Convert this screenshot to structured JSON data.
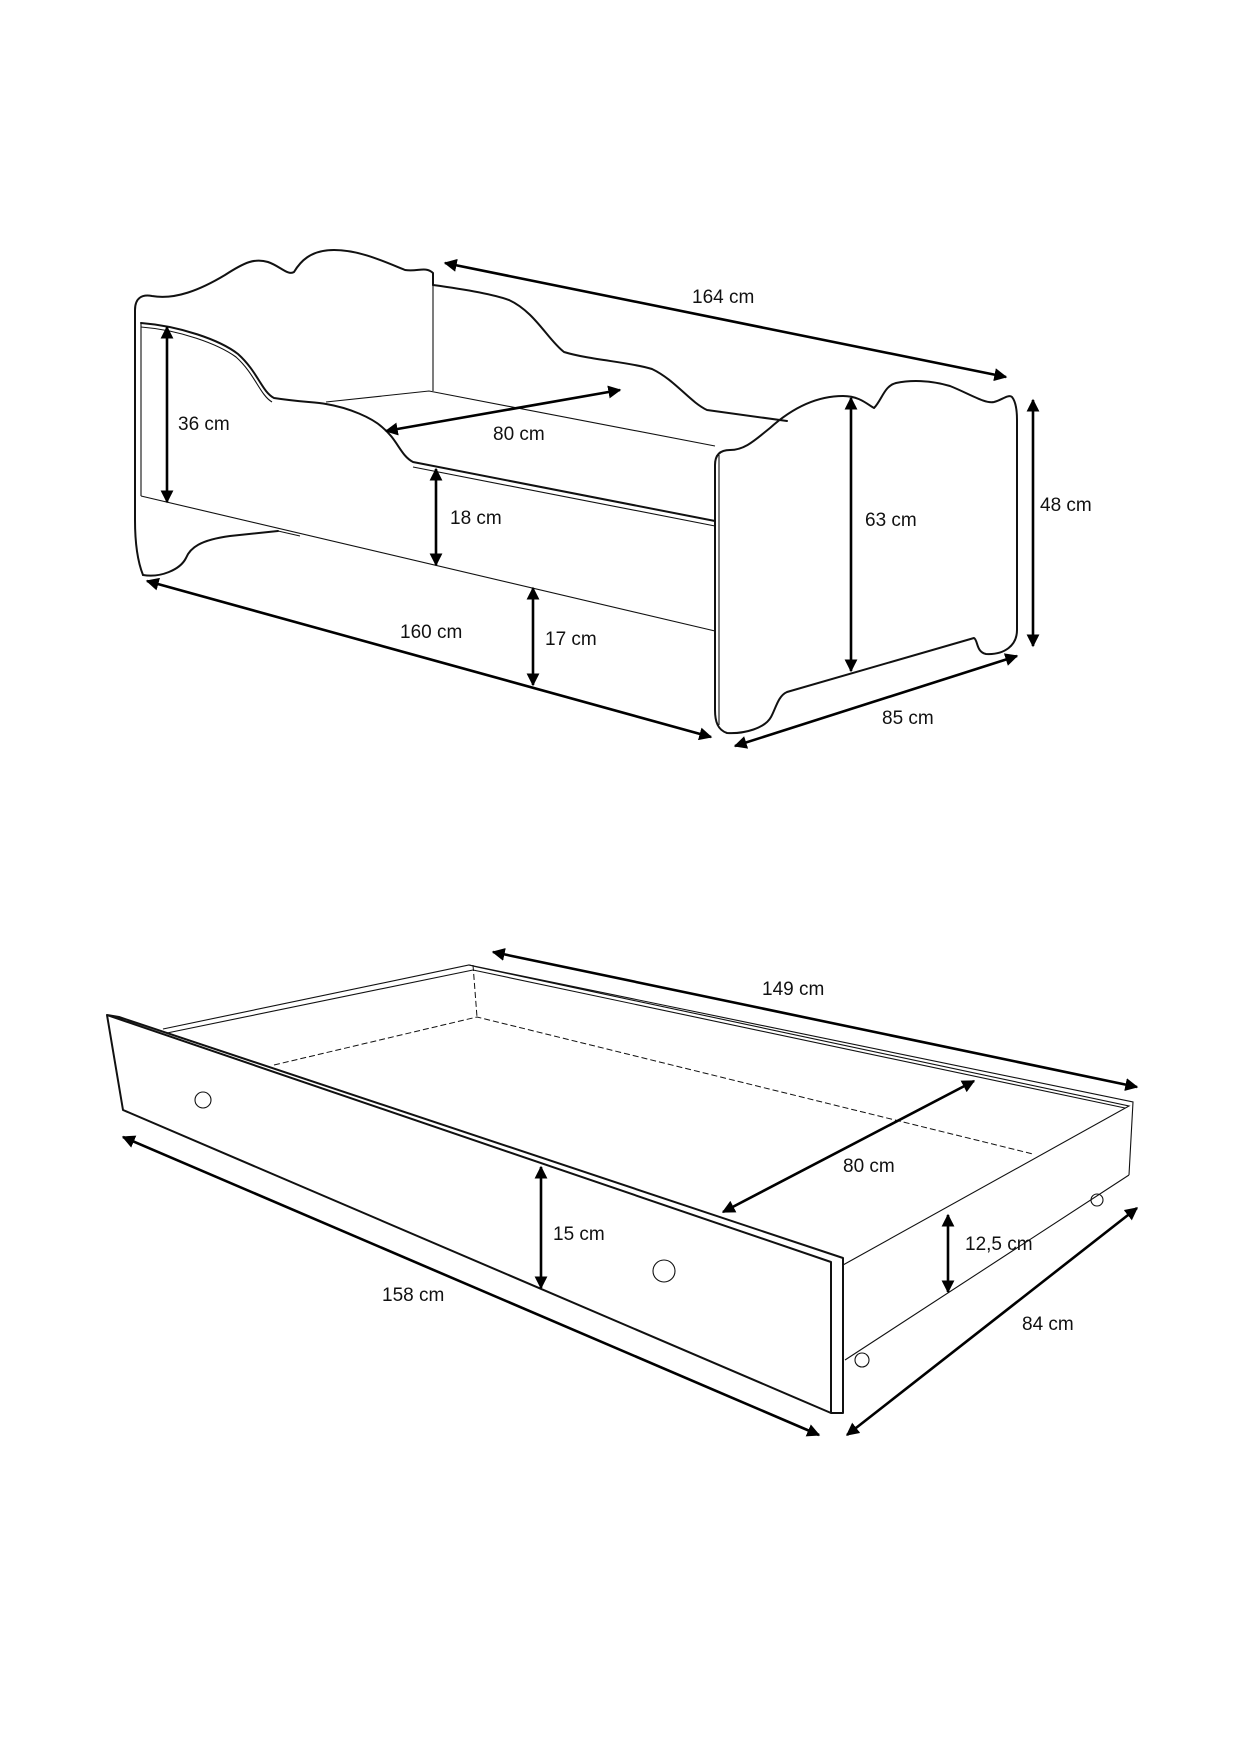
{
  "bed": {
    "dimensions": {
      "length_top": "164 cm",
      "inner_height": "36 cm",
      "width_inner": "80 cm",
      "rail_height": "18 cm",
      "drawer_clearance": "17 cm",
      "length_bottom": "160 cm",
      "panel_height": "63 cm",
      "total_height": "48 cm",
      "depth": "85 cm"
    }
  },
  "drawer": {
    "dimensions": {
      "length_top": "149 cm",
      "width_inner": "80 cm",
      "front_height": "15 cm",
      "side_height": "12,5  cm",
      "length_bottom": "158 cm",
      "depth": "84 cm"
    }
  }
}
